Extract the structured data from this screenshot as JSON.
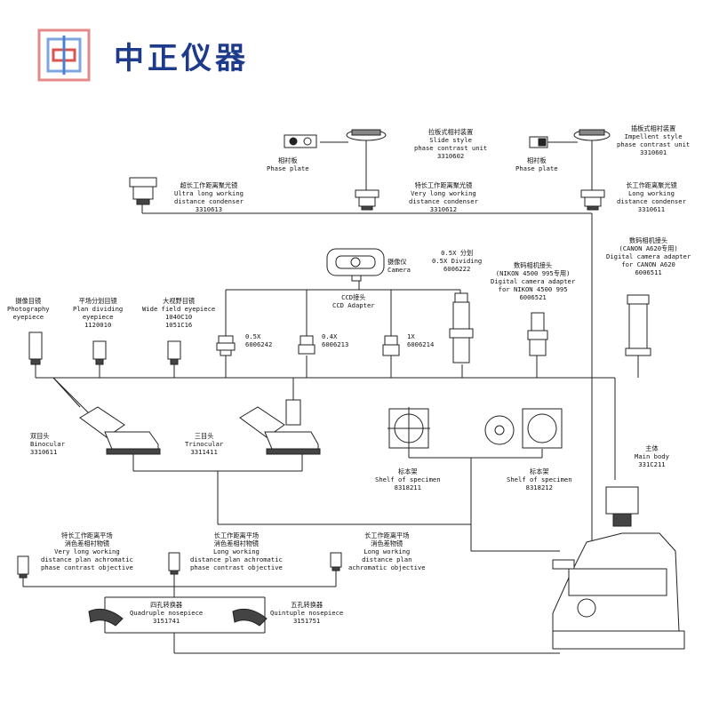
{
  "brand": {
    "name": "中正仪器"
  },
  "labels": {
    "phase_plate_1": "相衬板\nPhase plate",
    "slide_phase": "拉板式相衬装置\nSlide style\nphase contrast unit\n3310602",
    "phase_plate_2": "相衬板\nPhase plate",
    "impellent_phase": "插板式相衬装置\nImpellent style\nphase contrast unit\n3310601",
    "ultra_condenser": "超长工作距离聚光镜\nUltra long working\ndistance condenser\n3310613",
    "very_long_condenser": "特长工作距离聚光镜\nVery long working\ndistance condenser\n3310612",
    "long_condenser": "长工作距离聚光镜\nLong working\ndistance condenser\n3310611",
    "camera": "摄像仪\nCamera",
    "dividing_05x": "0.5X 分划\n0.5X Dividing\n6006222",
    "canon_adapter": "数码相机接头\n(CANON A620专用)\nDigital camera adapter\nfor CANON A620\n6006511",
    "nikon_adapter": "数码相机接头\n(NIKON 4500 995专用)\nDigital camera adapter\nfor NIKON 4500 995\n6006521",
    "photo_eyepiece": "摄像目镜\nPhotography\neyepiece",
    "plan_dividing": "平场分划目镜\nPlan dividing\neyepiece\n1120010",
    "wide_field": "大视野目镜\nWide field eyepiece\n1040C10\n1051C16",
    "ccd_adapter": "CCD接头\nCCD Adapter",
    "ccd_05x": "0.5X\n6006242",
    "ccd_04x": "0.4X\n6006213",
    "ccd_1x": "1X\n6006214",
    "binocular": "双目头\nBinocular\n3310611",
    "trinocular": "三目头\nTrinocular\n3311411",
    "shelf_1": "标本架\nShelf of specimen\n8318211",
    "shelf_2": "标本架\nShelf of specimen\n8318212",
    "main_body": "主体\nMain body\n331C211",
    "obj_very_long": "特长工作距离平场\n消色差相衬物镜\nVery long working\ndistance plan achromatic\nphase contrast objective",
    "obj_long_phase": "长工作距离平场\n消色差相衬物镜\nLong working\ndistance plan achromatic\nphase contrast objective",
    "obj_long": "长工作距离平场\n消色差物镜\nLong working\ndistance plan\nachromatic objective",
    "quadruple": "四孔转换器\nQuadruple nosepiece\n3151741",
    "quintuple": "五孔转换器\nQuintuple nosepiece\n3151751"
  },
  "colors": {
    "brand": "#1e3a8a",
    "logo_red": "#d9534f",
    "logo_blue": "#4a7fd6",
    "line": "#222222"
  }
}
